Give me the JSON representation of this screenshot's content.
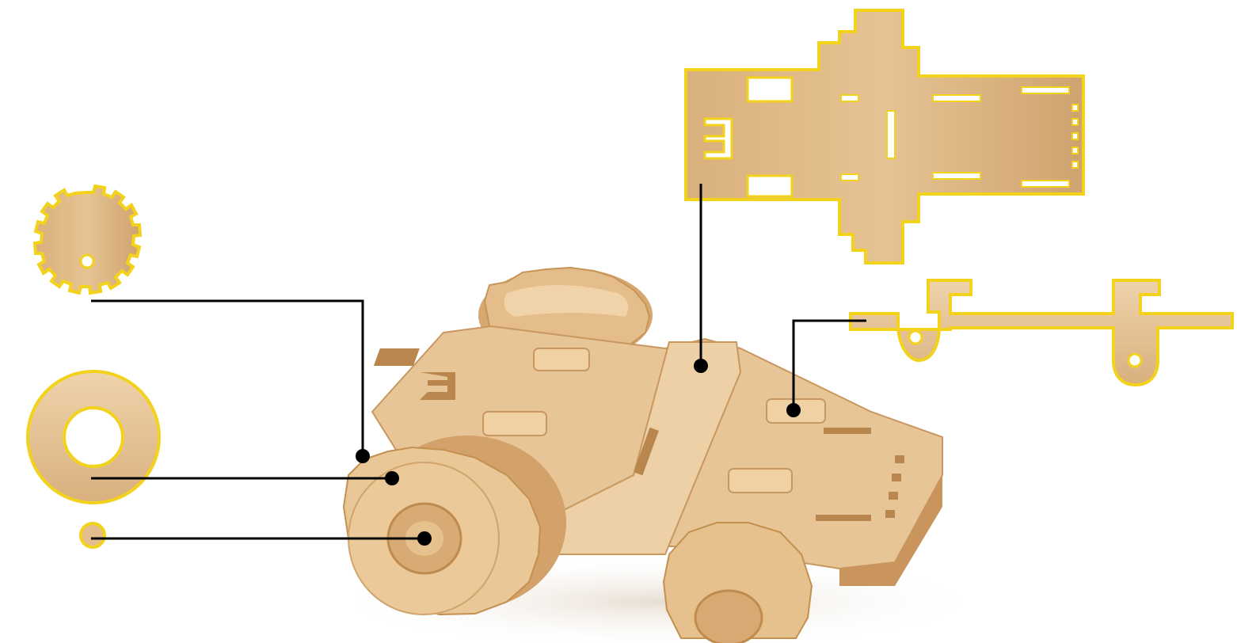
{
  "diagram": {
    "parts": [
      {
        "id": "gear-wheel",
        "label": ""
      },
      {
        "id": "washer-ring",
        "label": ""
      },
      {
        "id": "axle-pin",
        "label": ""
      },
      {
        "id": "chassis-plate",
        "label": ""
      },
      {
        "id": "axle-bracket",
        "label": ""
      }
    ],
    "callouts": [
      {
        "from": "gear-wheel",
        "to": "assembled-wheel-rim"
      },
      {
        "from": "washer-ring",
        "to": "assembled-wheel-face"
      },
      {
        "from": "axle-pin",
        "to": "assembled-wheel-hub"
      },
      {
        "from": "chassis-plate",
        "to": "assembled-chassis"
      },
      {
        "from": "axle-bracket",
        "to": "assembled-bracket"
      }
    ]
  },
  "colors": {
    "wood_light": "#e9c9a0",
    "wood_mid": "#d7ab78",
    "wood_dark": "#b98953",
    "outline_yellow": "#f2d21a",
    "leader_line": "#000000",
    "background": "#ffffff"
  }
}
